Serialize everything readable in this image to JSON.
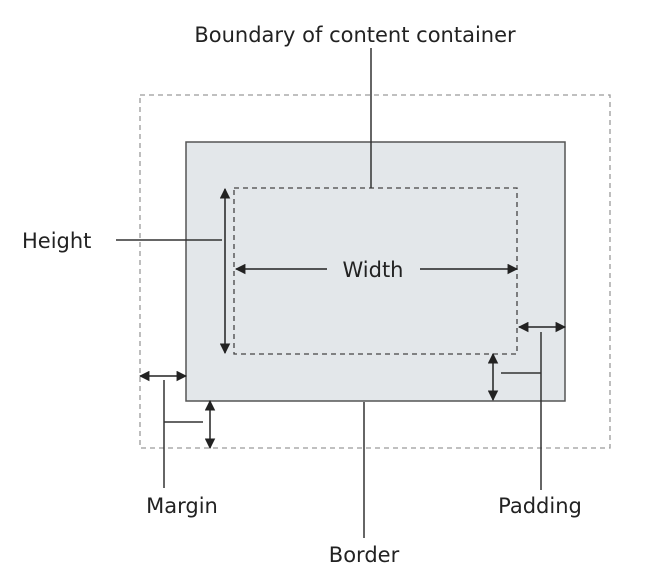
{
  "labels": {
    "boundary": "Boundary of content container",
    "height": "Height",
    "width": "Width",
    "margin": "Margin",
    "padding": "Padding",
    "border": "Border"
  },
  "colors": {
    "box_fill": "#e3e7ea",
    "line": "#333333",
    "dashed": "#9a9a9a"
  }
}
